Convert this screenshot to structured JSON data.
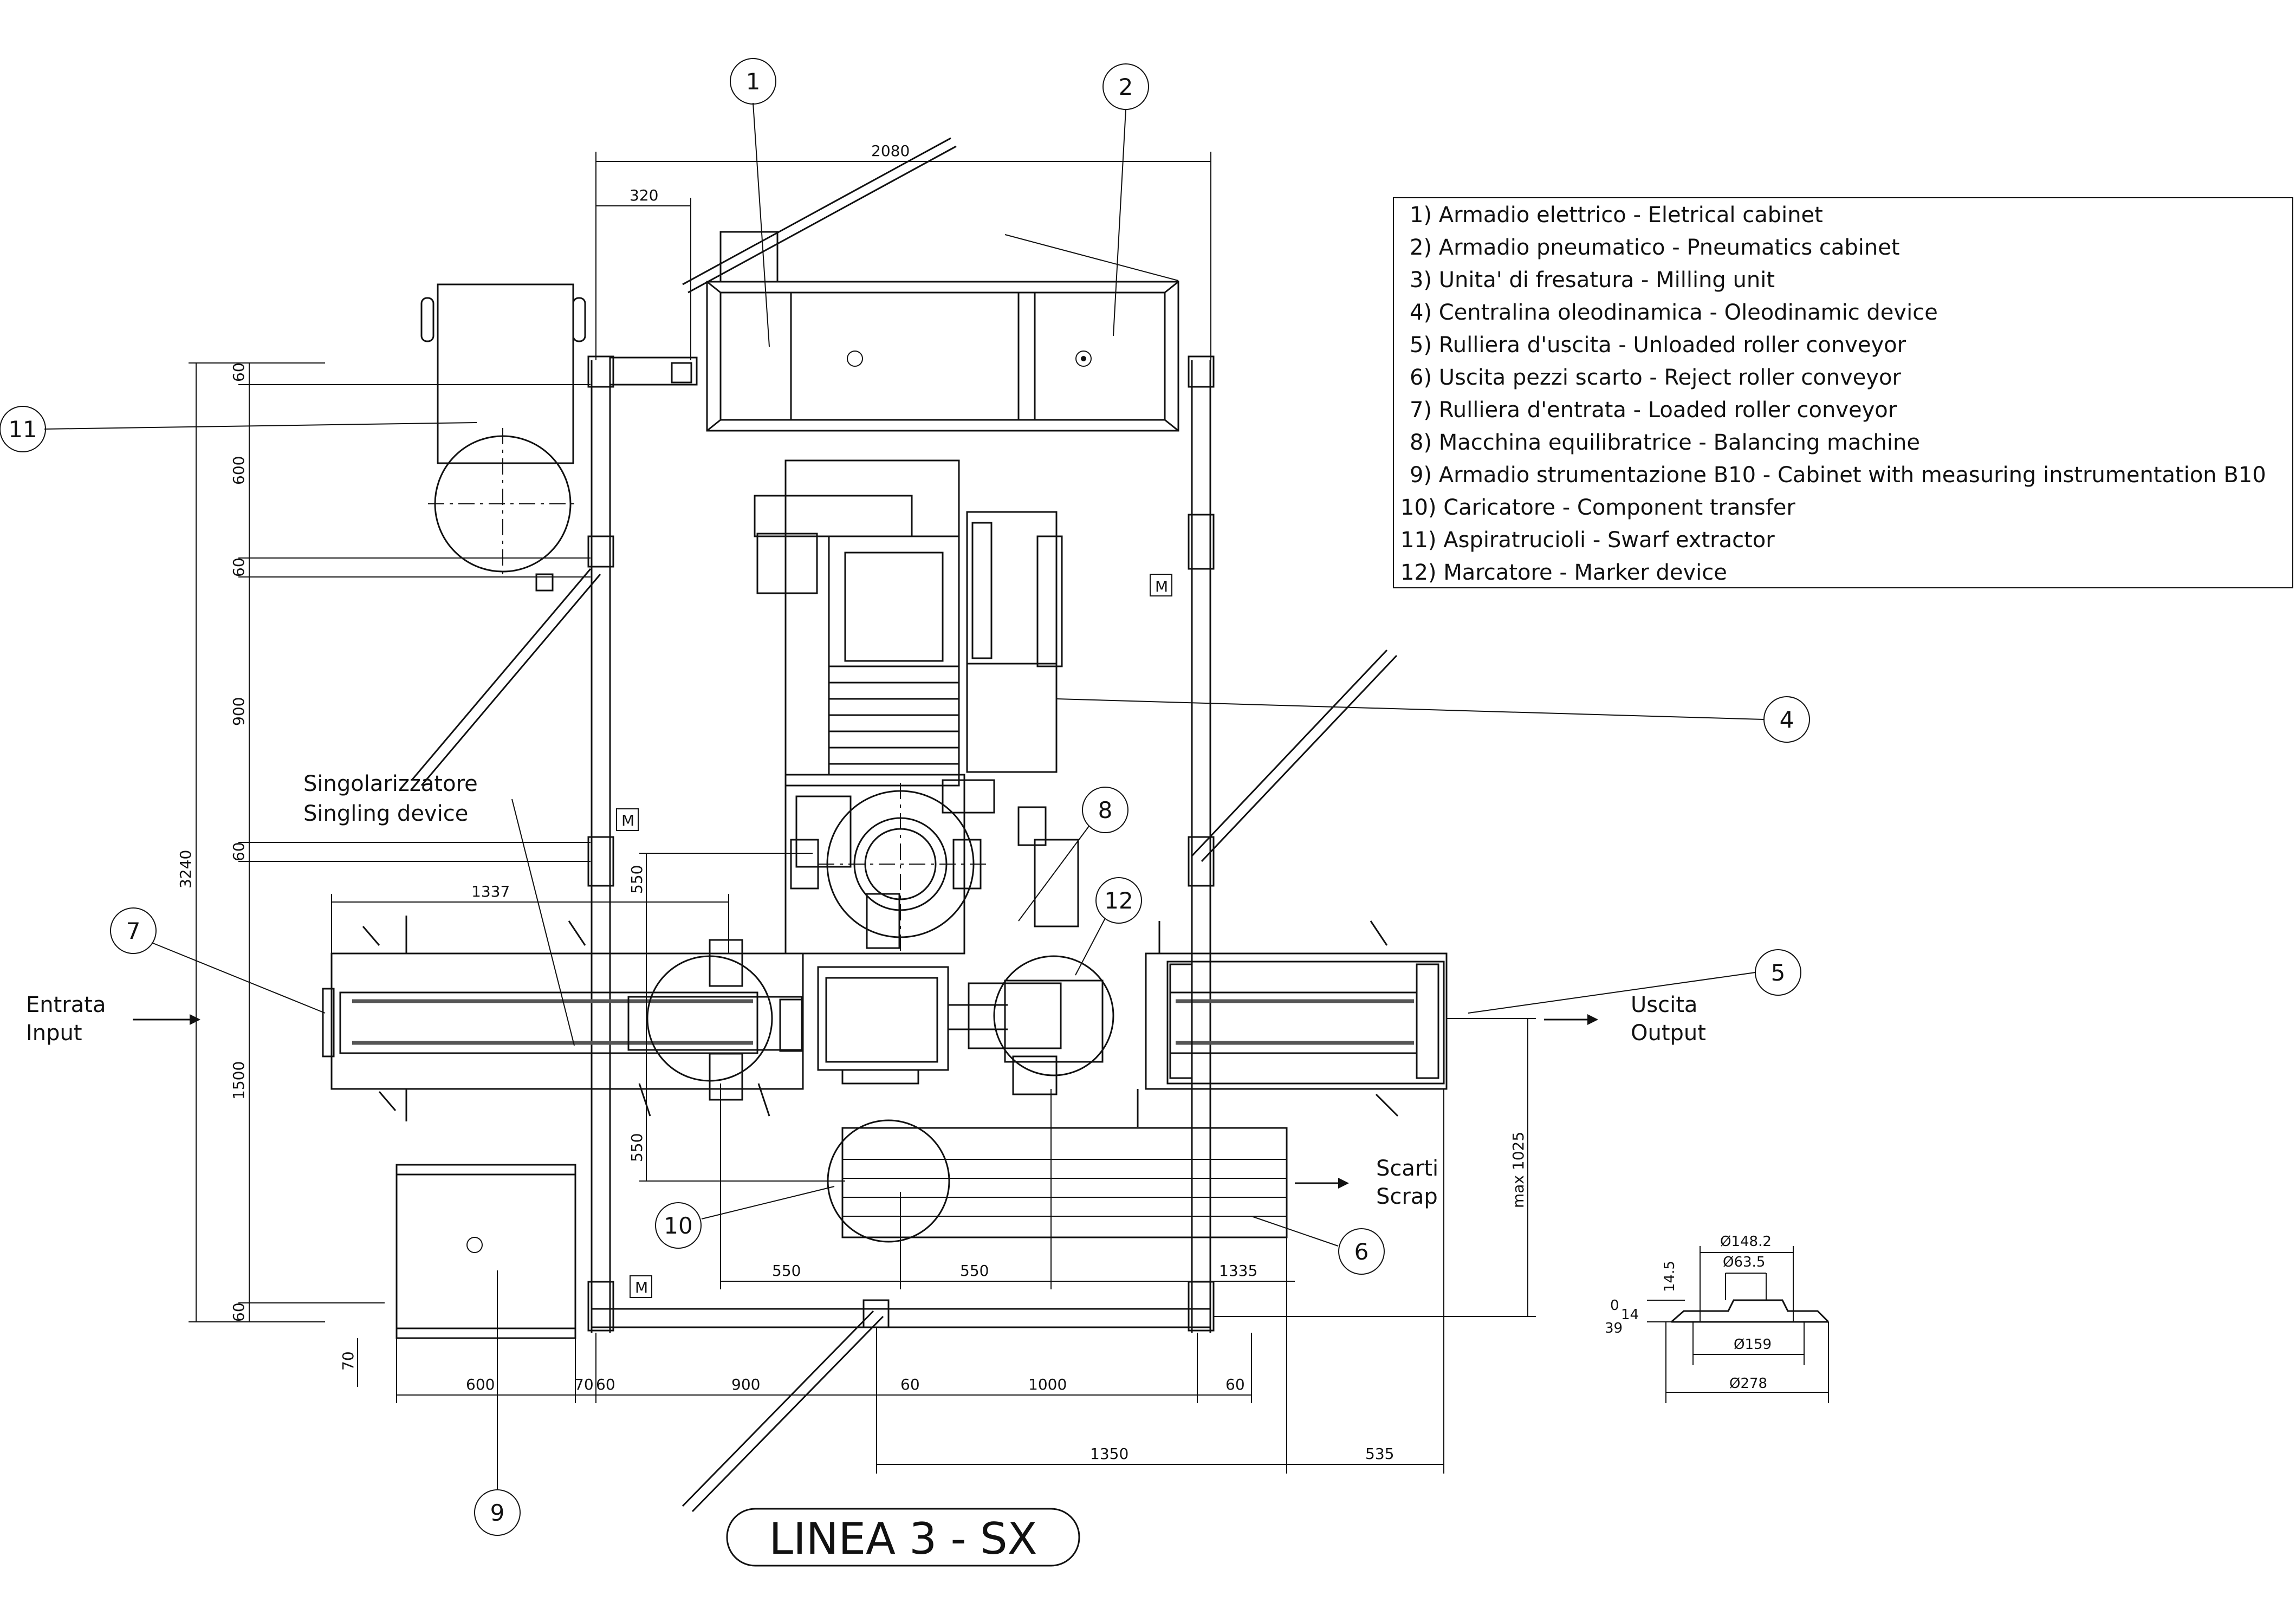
{
  "legend": [
    "1) Armadio elettrico  -  Eletrical cabinet",
    "2) Armadio pneumatico   -  Pneumatics cabinet",
    "3) Unita' di fresatura  -  Milling unit",
    "4) Centralina oleodinamica  -  Oleodinamic device",
    "5) Rulliera d'uscita  -  Unloaded roller conveyor",
    "6) Uscita pezzi scarto  -  Reject roller conveyor",
    "7) Rulliera d'entrata  -  Loaded roller conveyor",
    "8) Macchina equilibratrice  -  Balancing machine",
    "9) Armadio strumentazione B10  -  Cabinet with measuring instrumentation B10",
    "10) Caricatore  -  Component transfer",
    "11) Aspiratrucioli  -  Swarf extractor",
    "12) Marcatore - Marker device"
  ],
  "callouts": [
    "1",
    "2",
    "4",
    "5",
    "6",
    "7",
    "8",
    "9",
    "10",
    "11",
    "12"
  ],
  "labels": {
    "singling_it": "Singolarizzatore",
    "singling_en": "Singling device",
    "input_it": "Entrata",
    "input_en": "Input",
    "output_it": "Uscita",
    "output_en": "Output",
    "scrap_it": "Scarti",
    "scrap_en": "Scrap",
    "motor_mark": "M",
    "title": "LINEA 3 - SX"
  },
  "dimensions": {
    "top_2080": "2080",
    "top_320": "320",
    "left_total_3240": "3240",
    "left_60_a": "60",
    "left_600": "600",
    "left_60_b": "60",
    "left_900": "900",
    "left_60_c": "60",
    "left_1500": "1500",
    "left_60_d": "60",
    "feed_1337": "1337",
    "v_550_top": "550",
    "v_550_bottom": "550",
    "max_1025": "max 1025",
    "mid_550_a": "550",
    "mid_550_b": "550",
    "mid_1335": "1335",
    "low_70_v": "70",
    "bot_600": "600",
    "bot_70": "70",
    "bot_60_a": "60",
    "bot_900": "900",
    "bot_60_b": "60",
    "bot_1000": "1000",
    "bot_60_c": "60",
    "bot_1350": "1350",
    "bot_535": "535"
  },
  "part_detail": {
    "d148": "Ø148.2",
    "d63": "Ø63.5",
    "h145": "14.5",
    "z0": "0",
    "z14": "14",
    "z39": "39",
    "d159": "Ø159",
    "d278": "Ø278"
  }
}
